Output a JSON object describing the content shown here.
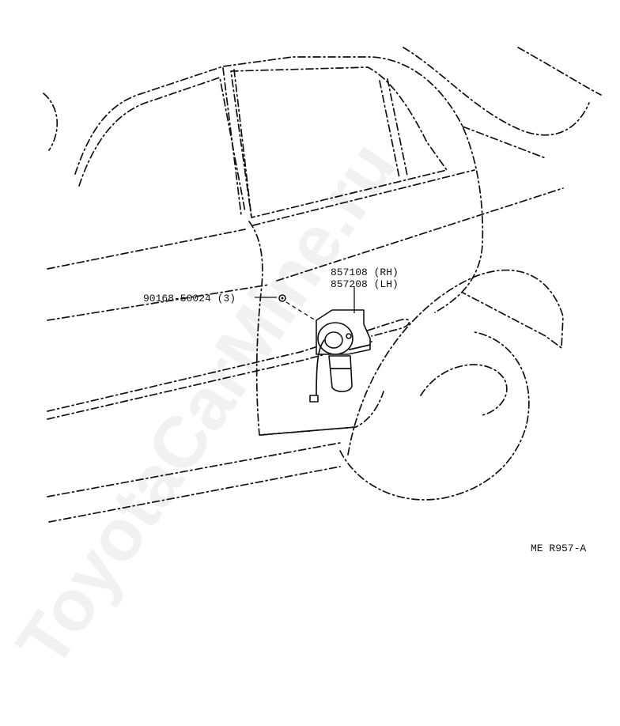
{
  "labels": {
    "bolt_part": "90168-50024 (3)",
    "motor_part_rh": "857108 (RH)",
    "motor_part_lh": "857208 (LH)",
    "diagram_code": "ME R957-A"
  },
  "watermark": "ToyotaCarMine.ru",
  "colors": {
    "line": "#111111",
    "background": "#ffffff",
    "watermark": "#d9d9d9"
  }
}
